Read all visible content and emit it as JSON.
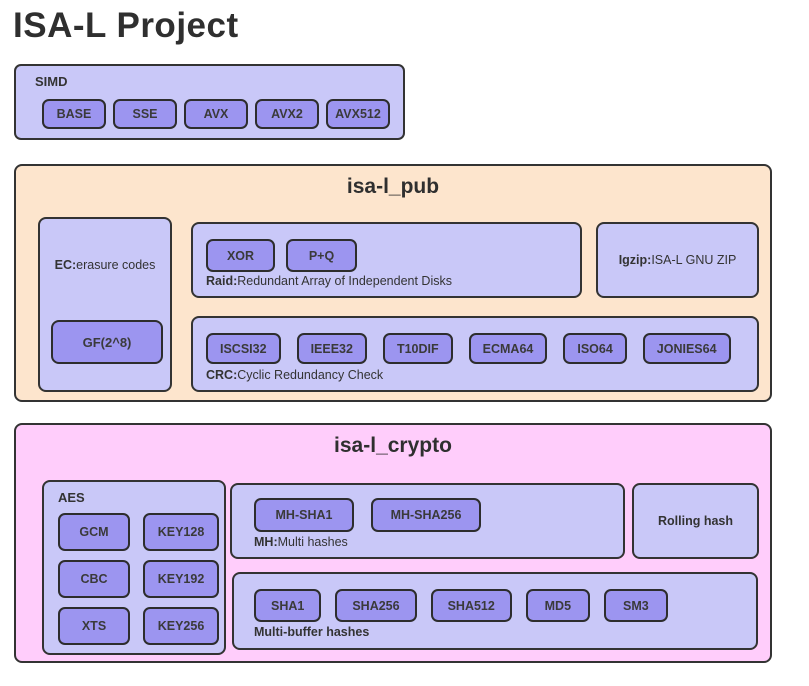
{
  "page": {
    "title": "ISA-L Project"
  },
  "colors": {
    "ink": "#333333",
    "lavender": "#c9c8f8",
    "node-purple": "#9c95f0",
    "peach": "#fde5cd",
    "pink": "#ffcdfb",
    "btn-border": "#2d2d2d"
  },
  "simd": {
    "label": "SIMD",
    "buttons": [
      "BASE",
      "SSE",
      "AVX",
      "AVX2",
      "AVX512"
    ]
  },
  "pub": {
    "title": "isa-l_pub",
    "ec": {
      "label_bold": "EC:",
      "label_rest": "erasure codes",
      "button": "GF(2^8)"
    },
    "raid": {
      "buttons": [
        "XOR",
        "P+Q"
      ],
      "label_bold": "Raid:",
      "label_rest": "Redundant Array of Independent Disks"
    },
    "igzip": {
      "label_bold": "Igzip:",
      "label_rest": "ISA-L GNU ZIP"
    },
    "crc": {
      "buttons": [
        "ISCSI32",
        "IEEE32",
        "T10DIF",
        "ECMA64",
        "ISO64",
        "JONIES64"
      ],
      "label_bold": "CRC:",
      "label_rest": "Cyclic Redundancy Check"
    }
  },
  "crypto": {
    "title": "isa-l_crypto",
    "aes": {
      "label": "AES",
      "buttons": [
        "GCM",
        "KEY128",
        "CBC",
        "KEY192",
        "XTS",
        "KEY256"
      ]
    },
    "mh": {
      "buttons": [
        "MH-SHA1",
        "MH-SHA256"
      ],
      "label_bold": "MH:",
      "label_rest": "Multi hashes"
    },
    "rolling": {
      "label": "Rolling hash"
    },
    "mbh": {
      "buttons": [
        "SHA1",
        "SHA256",
        "SHA512",
        "MD5",
        "SM3"
      ],
      "label": "Multi-buffer hashes"
    }
  }
}
